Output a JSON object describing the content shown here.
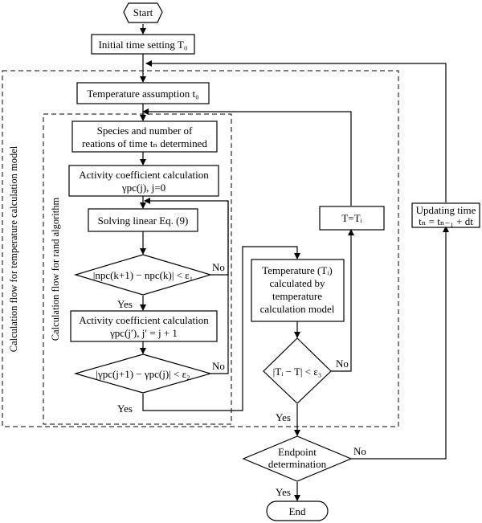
{
  "nodes": {
    "start": "Start",
    "initial_time": "Initial time setting T₀",
    "temp_assumption": "Temperature assumption t₀",
    "species_line1": "Species and number of",
    "species_line2": "reations of time tₙ determined",
    "activity1_line1": "Activity coefficient calculation",
    "activity1_line2": "γpc(j), j=0",
    "solving": "Solving linear Eq. (9)",
    "decision1": "|npc(k+1) − npc(k)| < ε₁",
    "activity2_line1": "Activity coefficient calculation",
    "activity2_line2": "γpc(j′), j′ = j + 1",
    "decision2": "|γpc(j+1) − γpc(j)| < ε₂",
    "t_eq": "T=Tᵢ",
    "temp_calc_line1": "Temperature (Tᵢ)",
    "temp_calc_line2": "calculated by",
    "temp_calc_line3": "temperature",
    "temp_calc_line4": "calculation model",
    "decision3": "|Tᵢ − T| < ε₃",
    "updating_line1": "Updating time",
    "updating_line2": "tₙ = tₙ₋₁ + dt",
    "endpoint_line1": "Endpoint",
    "endpoint_line2": "determination",
    "end": "End"
  },
  "labels": {
    "yes": "Yes",
    "no": "No"
  },
  "regions": {
    "outer": "Calculation flow for temperature calculation model",
    "inner": "Calculation flow for rand algorithm"
  }
}
